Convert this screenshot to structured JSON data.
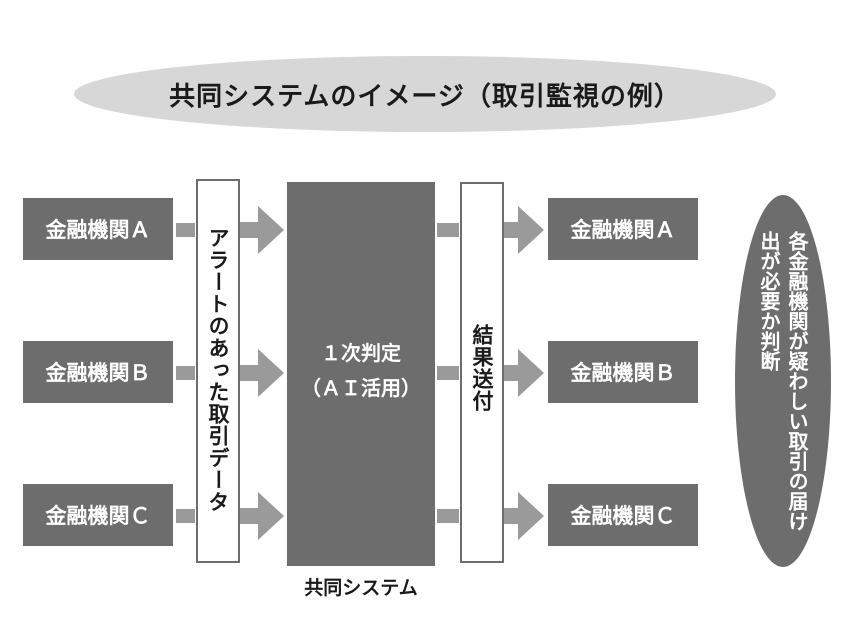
{
  "title": "共同システムのイメージ（取引監視の例）",
  "left_banks": [
    "金融機関Ａ",
    "金融機関Ｂ",
    "金融機関Ｃ"
  ],
  "alert_bar": "アラートのあった取引データ",
  "core": {
    "line1": "１次判定",
    "line2": "（ＡＩ活用）",
    "caption": "共同システム"
  },
  "result_bar": "結果送付",
  "right_banks": [
    "金融機関Ａ",
    "金融機関Ｂ",
    "金融機関Ｃ"
  ],
  "note": "各金融機関が疑わしい取引の届け出が必要か判断",
  "colors": {
    "box": "#6d6d6d",
    "arrow": "#9a9a9a",
    "title_bg": "#d7d7d7"
  }
}
